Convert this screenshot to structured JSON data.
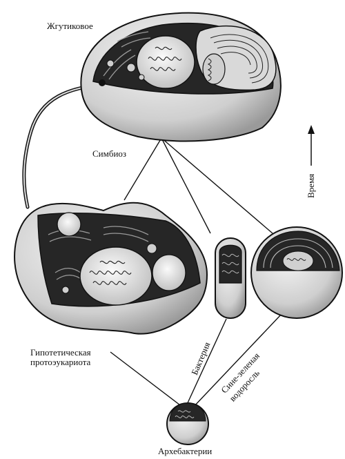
{
  "labels": {
    "flagellate": "Жгутиковое",
    "symbiosis": "Симбиоз",
    "time": "Время",
    "protoeukaryote_line1": "Гипотетическая",
    "protoeukaryote_line2": "протоэукариота",
    "bacterium": "Бактерия",
    "alga_line1": "Сине-зеленая",
    "alga_line2": "водоросль",
    "archaebacteria": "Архебактерии"
  },
  "colors": {
    "ink": "#111111",
    "cell_fill": "#dcdcdc",
    "cell_shade": "#a9a9a9",
    "interior_dark": "#2a2a2a",
    "nucleus_fill": "#eeeeee"
  }
}
